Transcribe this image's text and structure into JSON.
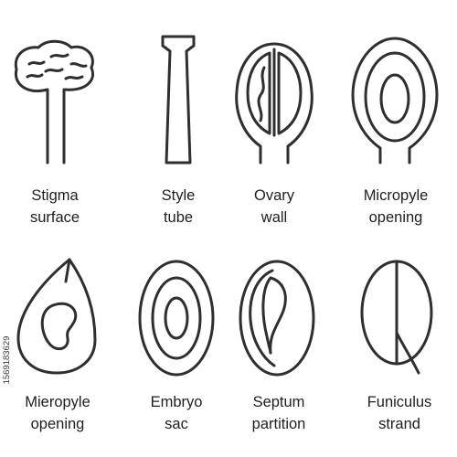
{
  "items": [
    {
      "icon": "stigma-icon",
      "lines": [
        "Stigma",
        "surface"
      ]
    },
    {
      "icon": "style-tube-icon",
      "lines": [
        "Style",
        "tube"
      ]
    },
    {
      "icon": "ovary-wall-icon",
      "lines": [
        "Ovary",
        "wall"
      ]
    },
    {
      "icon": "micropyle-icon",
      "lines": [
        "Micropyle",
        "opening"
      ]
    },
    {
      "icon": "ovule-drop-icon",
      "lines": [
        "Mieropyle",
        "opening"
      ]
    },
    {
      "icon": "embryo-sac-icon",
      "lines": [
        "Embryo",
        "sac"
      ]
    },
    {
      "icon": "septum-icon",
      "lines": [
        "Septum",
        "partition"
      ]
    },
    {
      "icon": "funiculus-icon",
      "lines": [
        "Funiculus",
        "strand"
      ]
    }
  ],
  "stock_id": "1569183629",
  "colors": {
    "stroke": "#2f2f2f",
    "text": "#1e1e1e"
  }
}
